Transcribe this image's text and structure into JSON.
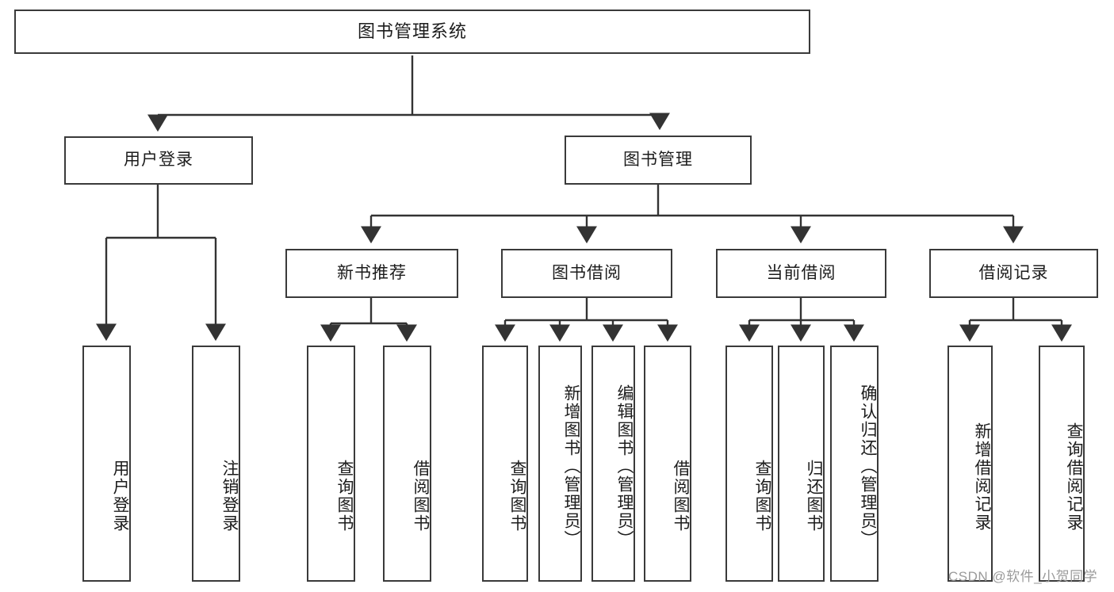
{
  "diagram": {
    "title": "图书管理系统",
    "type": "tree",
    "root": {
      "label": "图书管理系统"
    },
    "level2": [
      {
        "label": "用户登录"
      },
      {
        "label": "图书管理"
      }
    ],
    "level3": [
      {
        "label": "新书推荐"
      },
      {
        "label": "图书借阅"
      },
      {
        "label": "当前借阅"
      },
      {
        "label": "借阅记录"
      }
    ],
    "leaves": {
      "user_login": [
        {
          "label": "用户登录"
        },
        {
          "label": "注销登录"
        }
      ],
      "new_book_recommend": [
        {
          "label": "查询图书"
        },
        {
          "label": "借阅图书"
        }
      ],
      "book_borrow": [
        {
          "label": "查询图书"
        },
        {
          "label": "新增图书（管理员）"
        },
        {
          "label": "编辑图书（管理员）"
        },
        {
          "label": "借阅图书"
        }
      ],
      "current_borrow": [
        {
          "label": "查询图书"
        },
        {
          "label": "归还图书"
        },
        {
          "label": "确认归还（管理员）"
        }
      ],
      "borrow_record": [
        {
          "label": "新增借阅记录"
        },
        {
          "label": "查询借阅记录"
        }
      ]
    }
  },
  "watermark": {
    "text": "CSDN @软件_小贺同学"
  },
  "colors": {
    "box_border": "#3a3a3a",
    "box_fill": "#ffffff",
    "connector": "#333333",
    "text": "#1c1c1c",
    "watermark": "#9a9a9a",
    "background": "#ffffff"
  }
}
